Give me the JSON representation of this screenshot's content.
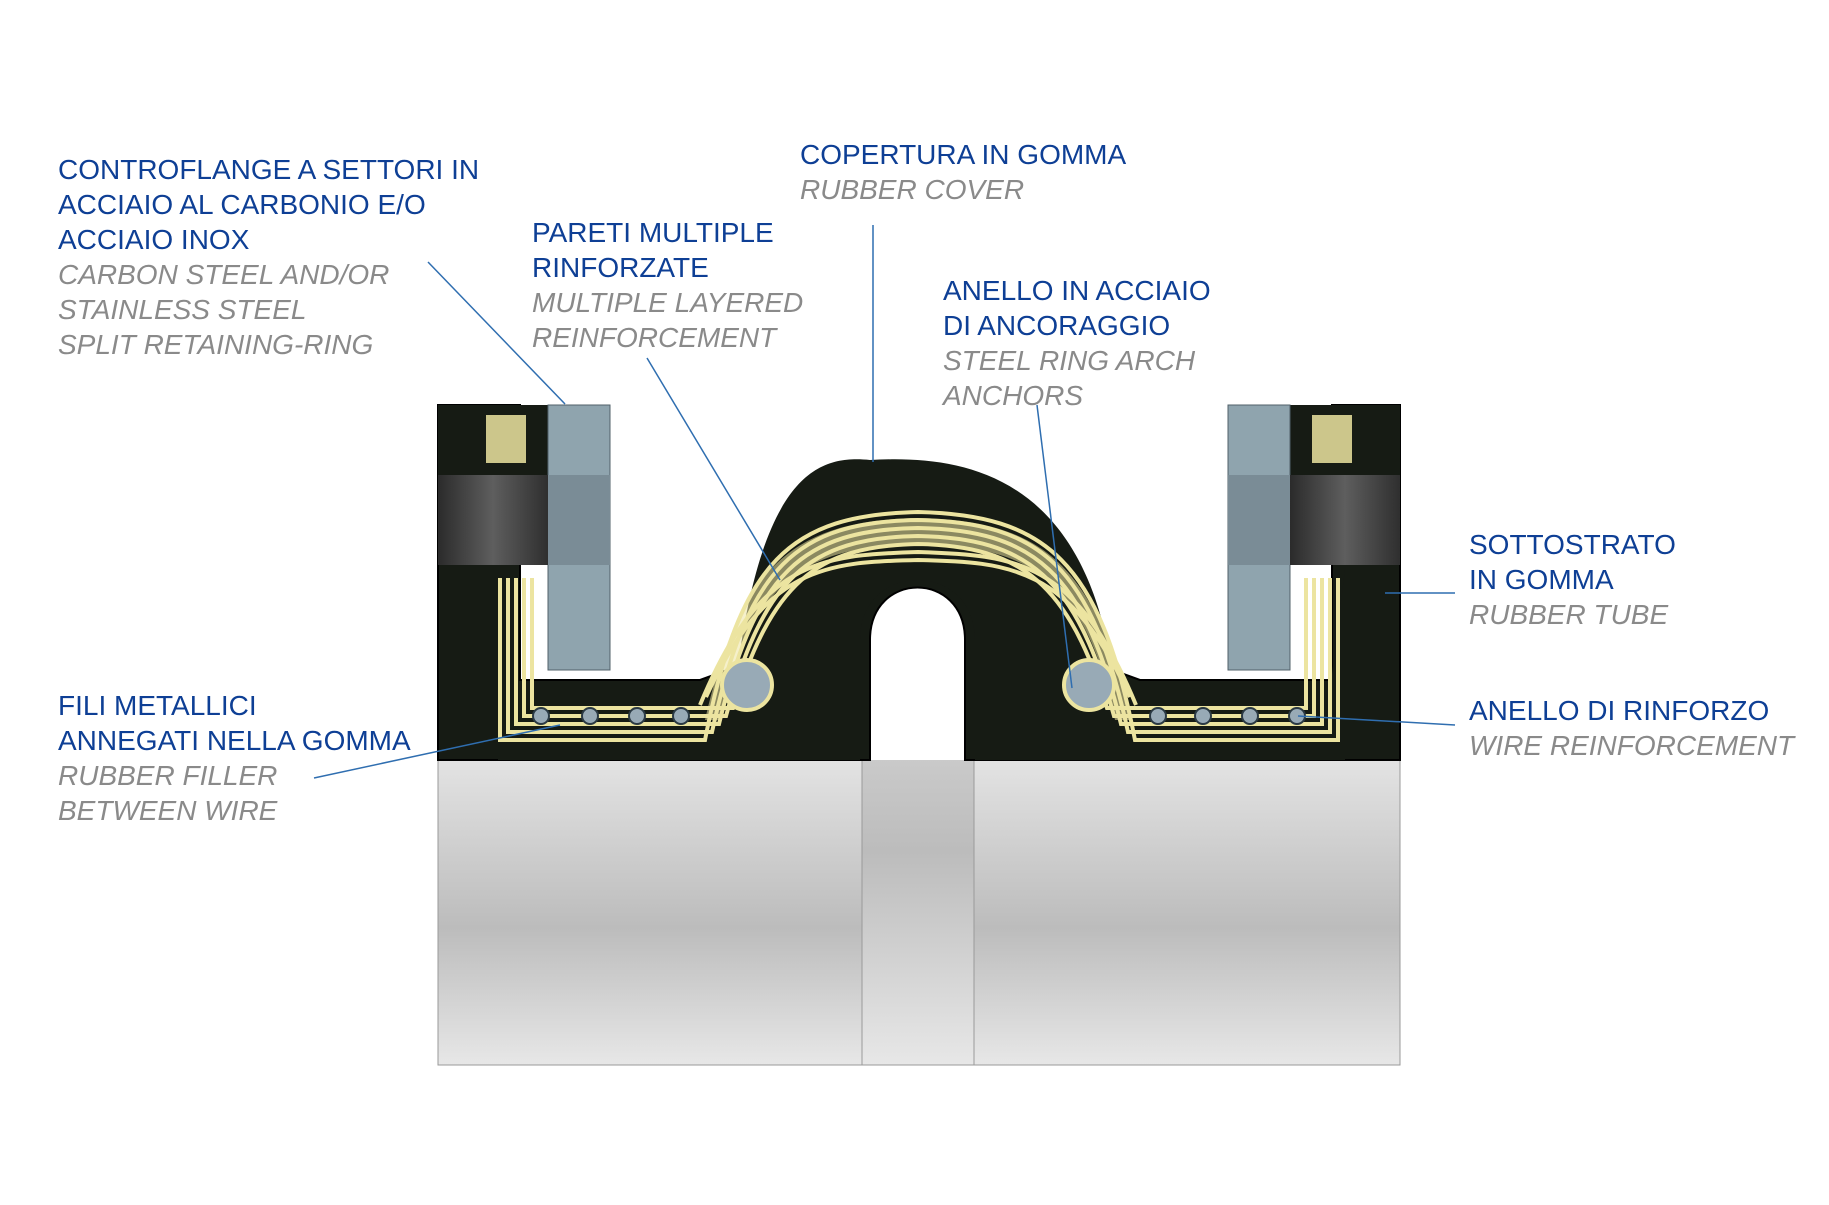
{
  "colors": {
    "label_primary": "#0e3f95",
    "label_secondary": "#8a8a8a",
    "leader_line": "#2f6eb0",
    "rubber": "#161b14",
    "reinforcement": "#ece4a0",
    "steel_ring": "#98aab6",
    "flange": "#4a4a4a",
    "pipe": "#d9d9d9"
  },
  "labels": {
    "retaining_ring": {
      "it": [
        "CONTROFLANGE A SETTORI IN",
        "ACCIAIO AL CARBONIO E/O",
        "ACCIAIO INOX"
      ],
      "en": [
        "CARBON STEEL AND/OR",
        "STAINLESS STEEL",
        "SPLIT RETAINING-RING"
      ]
    },
    "multiple_layers": {
      "it": [
        "PARETI MULTIPLE",
        "RINFORZATE"
      ],
      "en": [
        "MULTIPLE LAYERED",
        "REINFORCEMENT"
      ]
    },
    "rubber_cover": {
      "it": [
        "COPERTURA IN GOMMA"
      ],
      "en": [
        "RUBBER COVER"
      ]
    },
    "ring_anchors": {
      "it": [
        "ANELLO IN ACCIAIO",
        "DI ANCORAGGIO"
      ],
      "en": [
        "STEEL RING ARCH",
        "ANCHORS"
      ]
    },
    "rubber_tube": {
      "it": [
        "SOTTOSTRATO",
        "IN GOMMA"
      ],
      "en": [
        "RUBBER TUBE"
      ]
    },
    "wire_reinforcement": {
      "it": [
        "ANELLO DI RINFORZO"
      ],
      "en": [
        "WIRE REINFORCEMENT"
      ]
    },
    "rubber_filler": {
      "it": [
        "FILI METALLICI",
        "ANNEGATI NELLA GOMMA"
      ],
      "en": [
        "RUBBER FILLER",
        "BETWEEN WIRE"
      ]
    }
  }
}
